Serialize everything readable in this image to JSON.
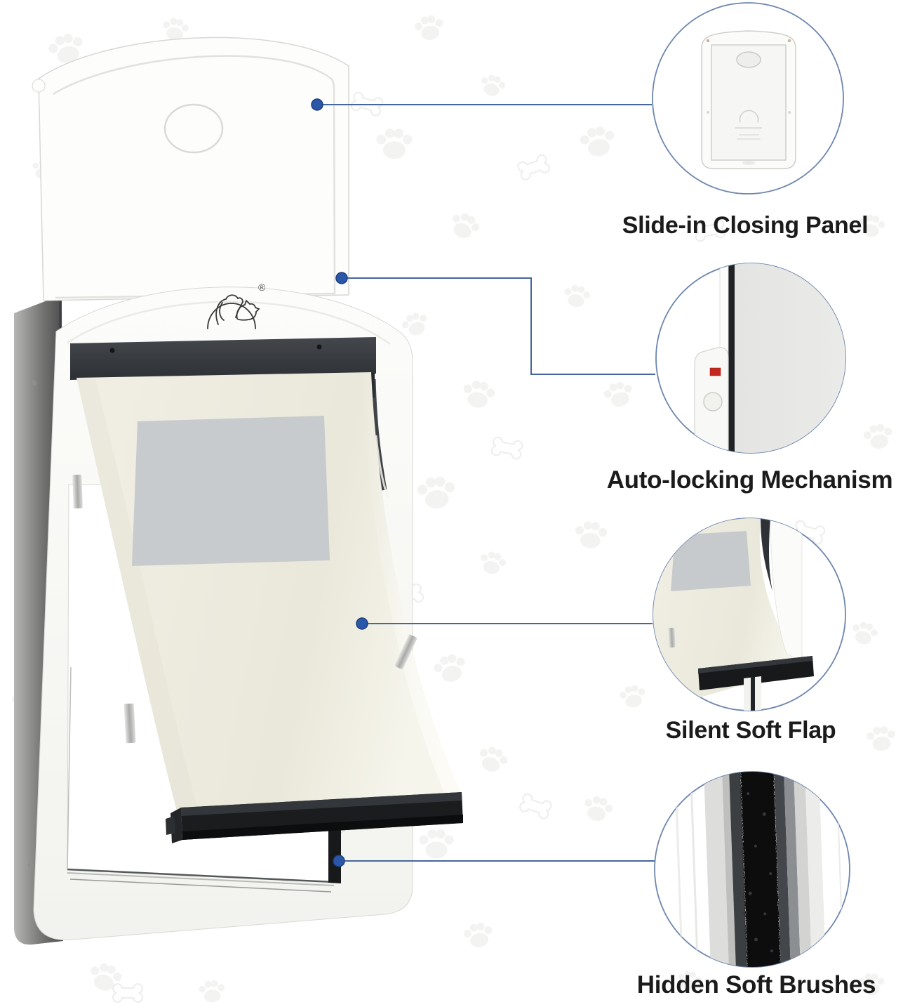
{
  "infographic": {
    "product": "pet-door",
    "brand": {
      "registered_mark": "®"
    },
    "callouts": [
      {
        "id": "slide-in-closing-panel",
        "label": "Slide-in Closing Panel"
      },
      {
        "id": "auto-locking-mechanism",
        "label": "Auto-locking Mechanism"
      },
      {
        "id": "silent-soft-flap",
        "label": "Silent Soft Flap"
      },
      {
        "id": "hidden-soft-brushes",
        "label": "Hidden Soft Brushes"
      }
    ],
    "colors": {
      "connector_line": "#46679b",
      "connector_dot": "#2b57a8",
      "inset_circle_border": "#6d86ad",
      "label_text": "#1b1b1b",
      "flap_ivory": "#efeDe2",
      "seal_dark": "#34383c",
      "bar_black": "#17191b",
      "window_gray": "#c8cbcd",
      "auto_lock_indicator_red": "#c4271c",
      "background": "#ffffff"
    }
  }
}
